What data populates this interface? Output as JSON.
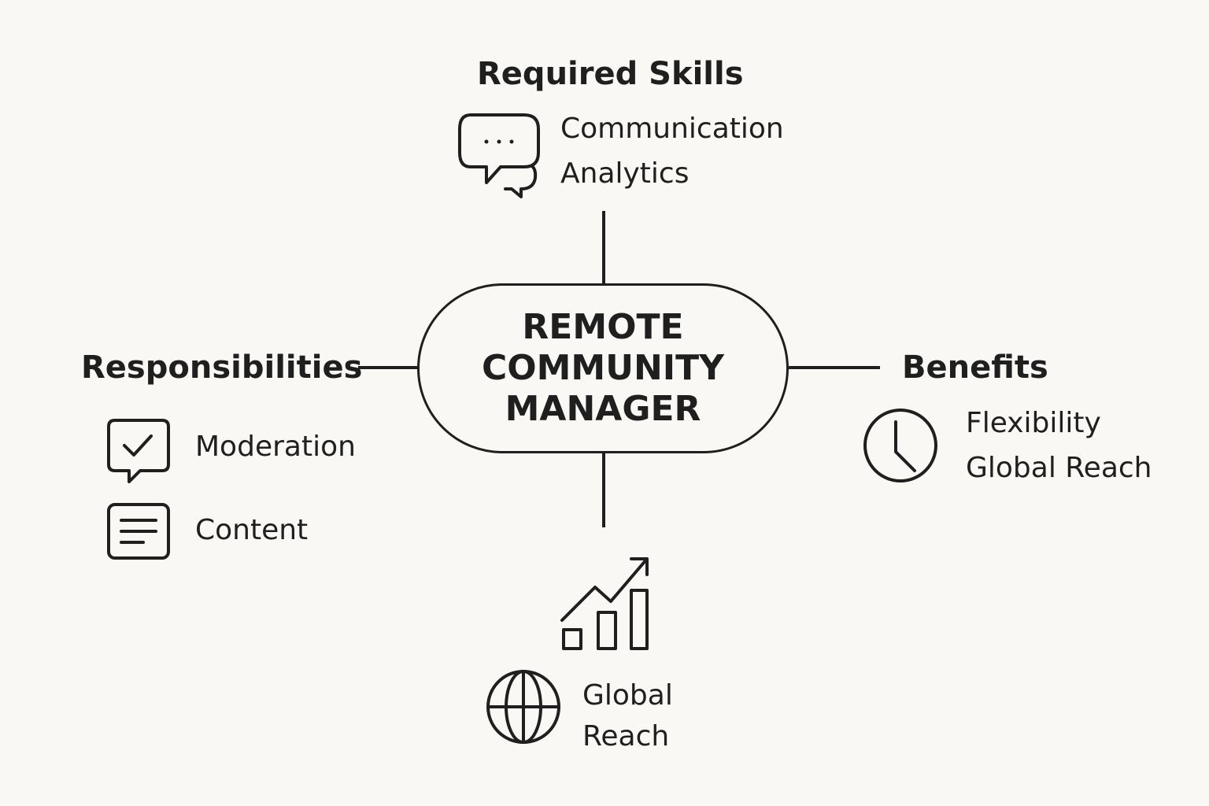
{
  "center": {
    "lines": [
      "REMOTE",
      "COMMUNITY",
      "MANAGER"
    ]
  },
  "required_skills": {
    "heading": "Required Skills",
    "icon": "chat-bubbles-icon",
    "items": [
      "Communication",
      "Analytics"
    ]
  },
  "responsibilities": {
    "heading": "Responsibilities",
    "items": [
      {
        "label": "Moderation",
        "icon": "check-message-icon"
      },
      {
        "label": "Content",
        "icon": "document-lines-icon"
      }
    ]
  },
  "benefits": {
    "heading": "Benefits",
    "icon": "clock-icon",
    "items": [
      "Flexibility",
      "Global Reach"
    ]
  },
  "bottom": {
    "growth_icon": "growth-chart-icon",
    "globe_icon": "globe-icon",
    "lines": [
      "Global",
      "Reach"
    ]
  },
  "colors": {
    "background": "#f9f8f4",
    "ink": "#1f1f1f"
  }
}
